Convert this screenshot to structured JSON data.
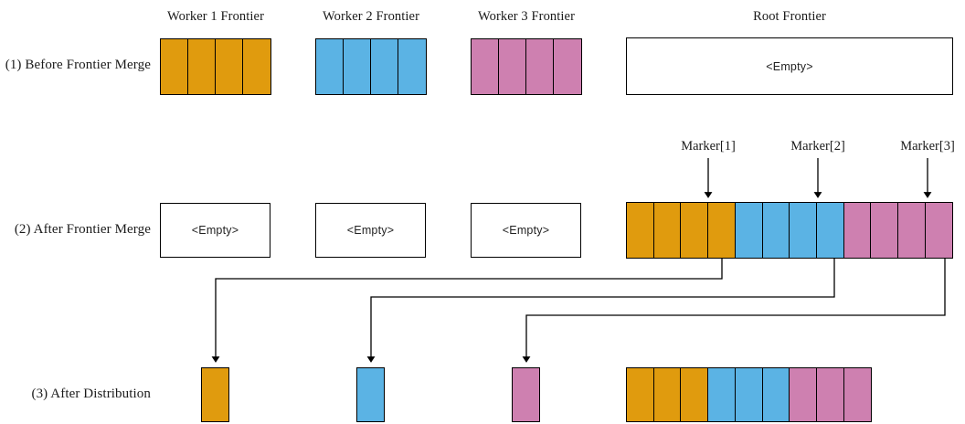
{
  "palette": {
    "orange": "#E09B0E",
    "blue": "#5BB3E4",
    "pink": "#CE80B0",
    "stroke": "#000000",
    "background": "#FFFFFF"
  },
  "column_headers": [
    {
      "label": "Worker 1 Frontier"
    },
    {
      "label": "Worker 2 Frontier"
    },
    {
      "label": "Worker 3 Frontier"
    },
    {
      "label": "Root Frontier"
    }
  ],
  "row_labels": [
    {
      "label": "(1) Before Frontier Merge"
    },
    {
      "label": "(2) After Frontier Merge"
    },
    {
      "label": "(3) After Distribution"
    }
  ],
  "markers": [
    {
      "label": "Marker[1]"
    },
    {
      "label": "Marker[2]"
    },
    {
      "label": "Marker[3]"
    }
  ],
  "empty_text": "<Empty>",
  "rows": {
    "before_merge": {
      "worker1": {
        "cells": 4,
        "color": "orange"
      },
      "worker2": {
        "cells": 4,
        "color": "blue"
      },
      "worker3": {
        "cells": 4,
        "color": "pink"
      },
      "root": {
        "cells": 0,
        "empty": "<Empty>"
      }
    },
    "after_merge": {
      "worker1": {
        "cells": 0,
        "empty": "<Empty>"
      },
      "worker2": {
        "cells": 0,
        "empty": "<Empty>"
      },
      "worker3": {
        "cells": 0,
        "empty": "<Empty>"
      },
      "root": {
        "cells": 12,
        "segments": [
          {
            "color": "orange",
            "count": 4
          },
          {
            "color": "blue",
            "count": 4
          },
          {
            "color": "pink",
            "count": 4
          }
        ]
      }
    },
    "after_distribution": {
      "worker1": {
        "cells": 1,
        "color": "orange"
      },
      "worker2": {
        "cells": 1,
        "color": "blue"
      },
      "worker3": {
        "cells": 1,
        "color": "pink"
      },
      "root": {
        "cells": 9,
        "segments": [
          {
            "color": "orange",
            "count": 3
          },
          {
            "color": "blue",
            "count": 3
          },
          {
            "color": "pink",
            "count": 3
          }
        ]
      }
    }
  }
}
